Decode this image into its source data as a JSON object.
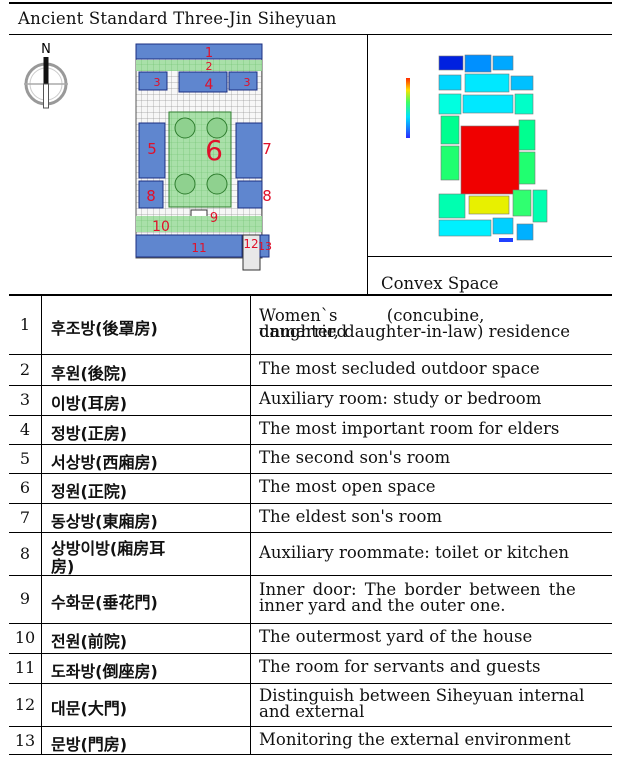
{
  "title": "Ancient Standard Three-Jin Siheyuan",
  "figure": {
    "compass_label": "N",
    "plan_labels": [
      "1",
      "2",
      "3",
      "4",
      "3",
      "5",
      "6",
      "7",
      "8",
      "9",
      "8",
      "10",
      "11",
      "12",
      "13"
    ],
    "convex_caption": "Convex Space"
  },
  "rows": [
    {
      "no": "1",
      "korean": "후조방(後罩房)",
      "desc": [
        "Women`s (concubine, unmarried",
        "daughter, daughter-in-law) residence"
      ]
    },
    {
      "no": "2",
      "korean": "후원(後院)",
      "desc": [
        "The most secluded outdoor space"
      ]
    },
    {
      "no": "3",
      "korean": "이방(耳房)",
      "desc": [
        "Auxiliary room: study or bedroom"
      ]
    },
    {
      "no": "4",
      "korean": "정방(正房)",
      "desc": [
        "The most important room for elders"
      ]
    },
    {
      "no": "5",
      "korean": "서상방(西廂房)",
      "desc": [
        "The second son's room"
      ]
    },
    {
      "no": "6",
      "korean": "정원(正院)",
      "desc": [
        "The most open space"
      ]
    },
    {
      "no": "7",
      "korean": "동상방(東廂房)",
      "desc": [
        "The eldest son's room"
      ]
    },
    {
      "no": "8",
      "korean": [
        "상방이방(廂房耳",
        "房)"
      ],
      "desc": [
        "Auxiliary roommate: toilet or kitchen"
      ]
    },
    {
      "no": "9",
      "korean": "수화문(垂花門)",
      "desc": [
        "Inner door: The border between the",
        "inner yard and the outer one."
      ]
    },
    {
      "no": "10",
      "korean": "전원(前院)",
      "desc": [
        "The outermost yard of the house"
      ]
    },
    {
      "no": "11",
      "korean": "도좌방(倒座房)",
      "desc": [
        "The room for servants and guests"
      ]
    },
    {
      "no": "12",
      "korean": "대문(大門)",
      "desc": [
        "Distinguish between Siheyuan internal",
        "and external"
      ]
    },
    {
      "no": "13",
      "korean": "문방(門房)",
      "desc": [
        "Monitoring the external environment"
      ]
    }
  ]
}
